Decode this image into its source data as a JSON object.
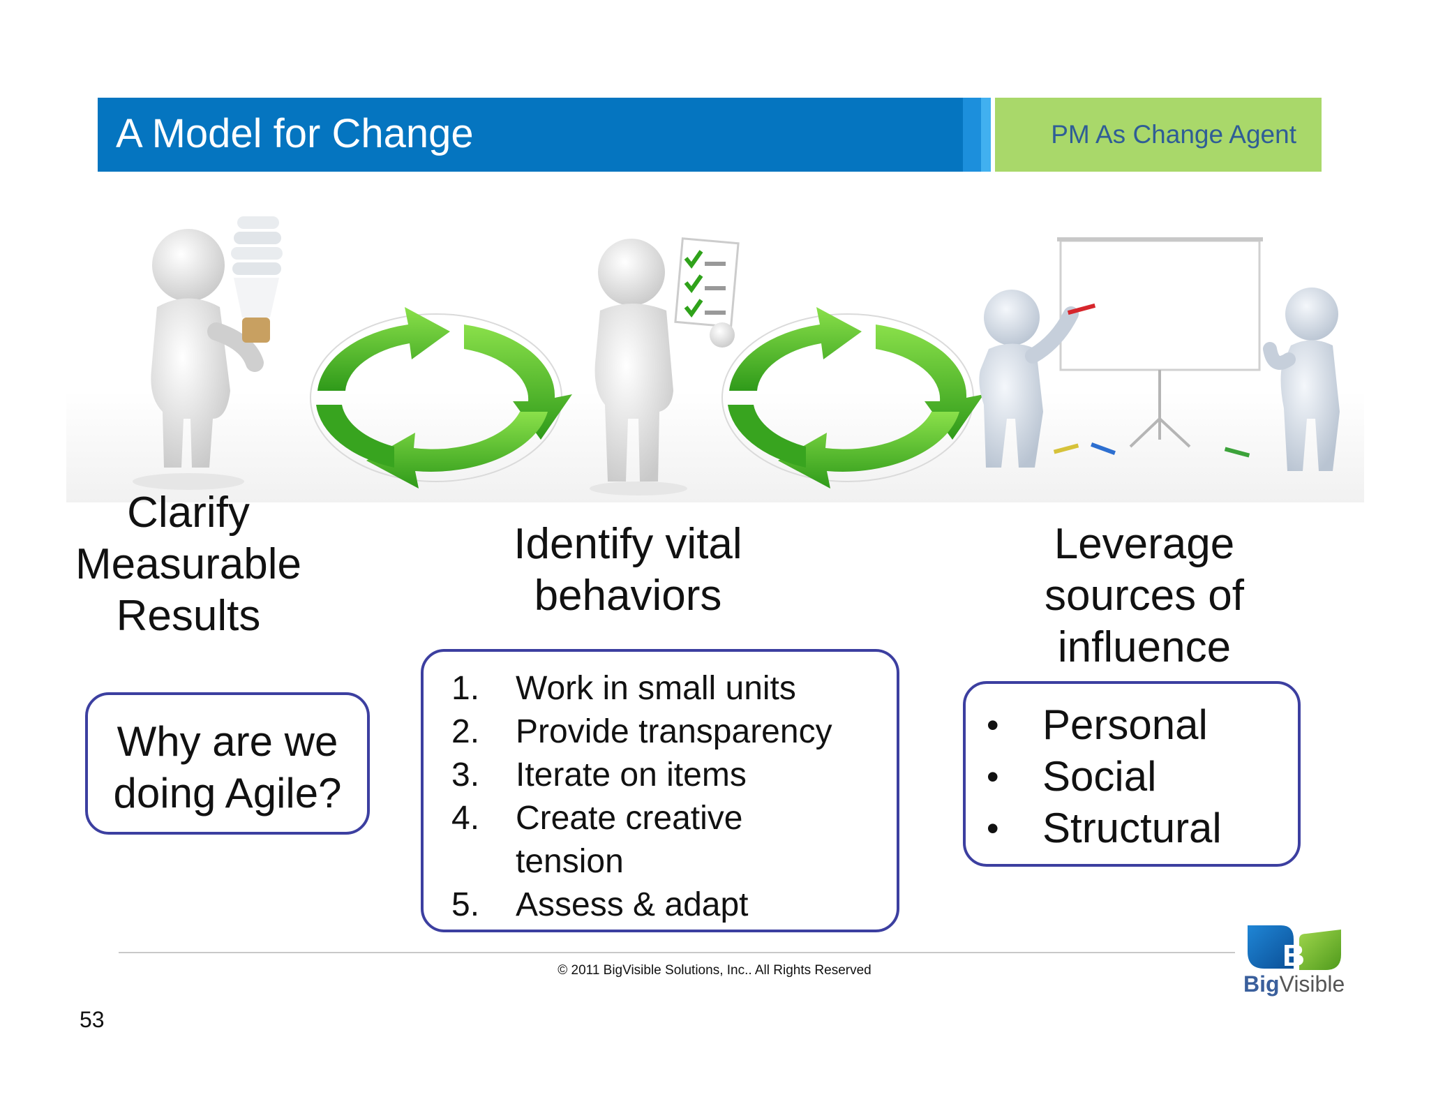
{
  "header": {
    "title": "A Model for Change",
    "subtitle": "PM As Change Agent",
    "colors": {
      "blue": "#0575c0",
      "green": "#a9d86a",
      "subtitle_text": "#2f5d96"
    }
  },
  "columns": [
    {
      "heading_lines": [
        "Clarify",
        "Measurable",
        "Results"
      ]
    },
    {
      "heading_lines": [
        "Identify vital",
        "behaviors"
      ]
    },
    {
      "heading_lines": [
        "Leverage",
        "sources of",
        "influence"
      ]
    }
  ],
  "why_box": {
    "lines": [
      "Why are we",
      "doing Agile?"
    ]
  },
  "behaviors": [
    {
      "num": "1.",
      "text": "Work in small units"
    },
    {
      "num": "2.",
      "text": "Provide transparency"
    },
    {
      "num": "3.",
      "text": "Iterate on items"
    },
    {
      "num": "4.",
      "text": "Create creative tension"
    },
    {
      "num": "5.",
      "text": "Assess & adapt"
    }
  ],
  "influence": [
    {
      "bullet": "•",
      "text": "Personal"
    },
    {
      "bullet": "•",
      "text": "Social"
    },
    {
      "bullet": "•",
      "text": "Structural"
    }
  ],
  "footer": {
    "copyright": "© 2011 BigVisible Solutions, Inc.. All Rights Reserved",
    "slide_number": "53",
    "logo_letter": "B",
    "logo_big": "Big",
    "logo_visible": "Visible"
  },
  "box_border_color": "#3c3fa0"
}
